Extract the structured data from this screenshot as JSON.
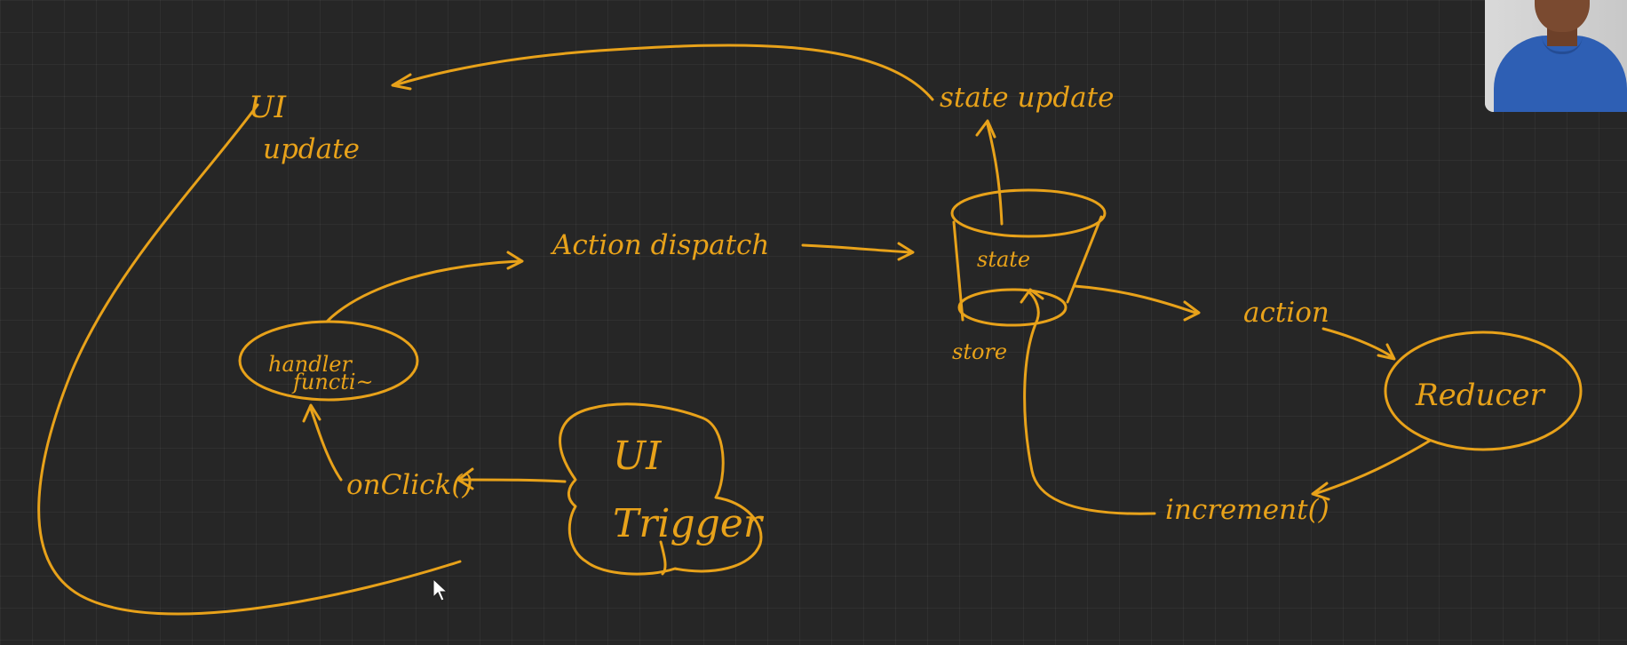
{
  "diagram": {
    "stroke_color": "#e8a21a",
    "background_color": "#262626",
    "labels": {
      "ui_update_line1": "UI",
      "ui_update_line2": "update",
      "state_update": "state update",
      "action_dispatch": "Action dispatch",
      "state": "state",
      "store": "store",
      "action": "action",
      "reducer": "Reducer",
      "handler_line1": "handler",
      "handler_line2": "functi~",
      "onclick": "onClick()",
      "ui_trigger_line1": "UI",
      "ui_trigger_line2": "Trigger",
      "increment": "increment()"
    }
  },
  "webcam": {
    "description_icon": "presenter-webcam"
  }
}
